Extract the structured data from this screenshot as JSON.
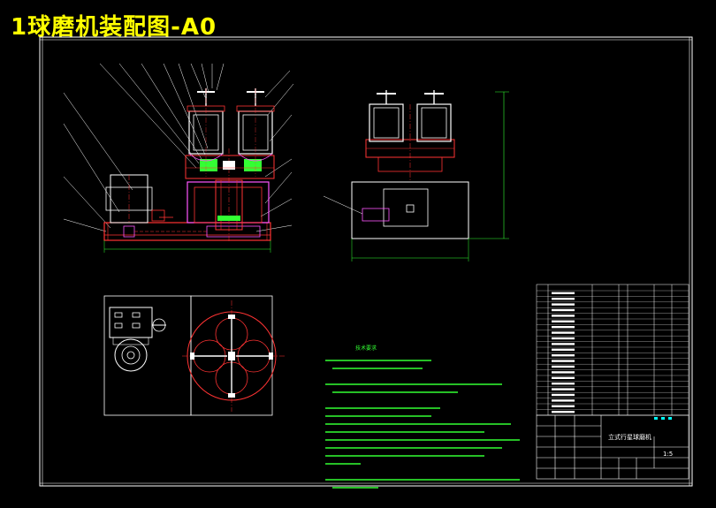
{
  "title": "1球磨机装配图-A0",
  "colors": {
    "background": "#000000",
    "title": "#ffff00",
    "frame": "#ffffff",
    "part": "#ff3333",
    "part_alt": "#ff55ff",
    "dimension": "#33ff33",
    "center_line": "#ff3333",
    "annotation": "#00ffff",
    "notes": "#33ff33"
  },
  "views": [
    "front-section-view",
    "side-view",
    "bottom-left-view",
    "top-view"
  ],
  "notes": {
    "title": "技术要求"
  },
  "title_block": {
    "drawing_name": "立式行星球磨机",
    "scale": "1:5"
  }
}
